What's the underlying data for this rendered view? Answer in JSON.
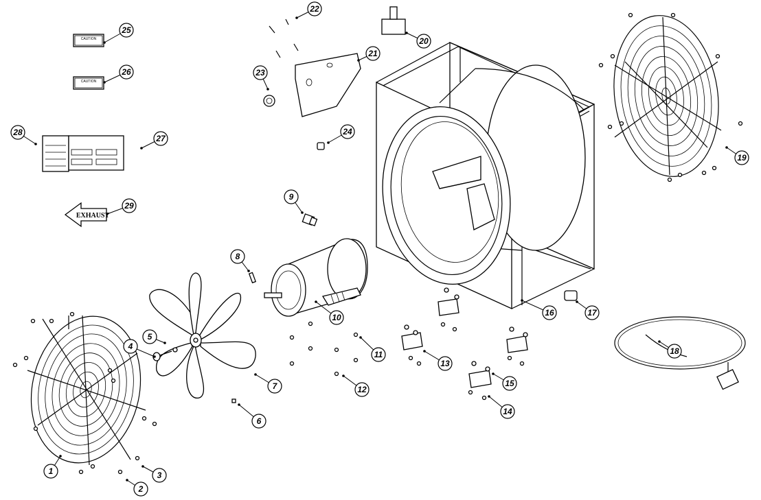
{
  "callouts": [
    "1",
    "2",
    "3",
    "4",
    "5",
    "6",
    "7",
    "8",
    "9",
    "10",
    "11",
    "12",
    "13",
    "14",
    "15",
    "16",
    "17",
    "18",
    "19",
    "20",
    "21",
    "22",
    "23",
    "24",
    "25",
    "26",
    "27",
    "28",
    "29"
  ],
  "labels": {
    "caution_25_title": "CAUTION",
    "caution_26_title": "CAUTION",
    "exhaust": "EXHAUST"
  }
}
